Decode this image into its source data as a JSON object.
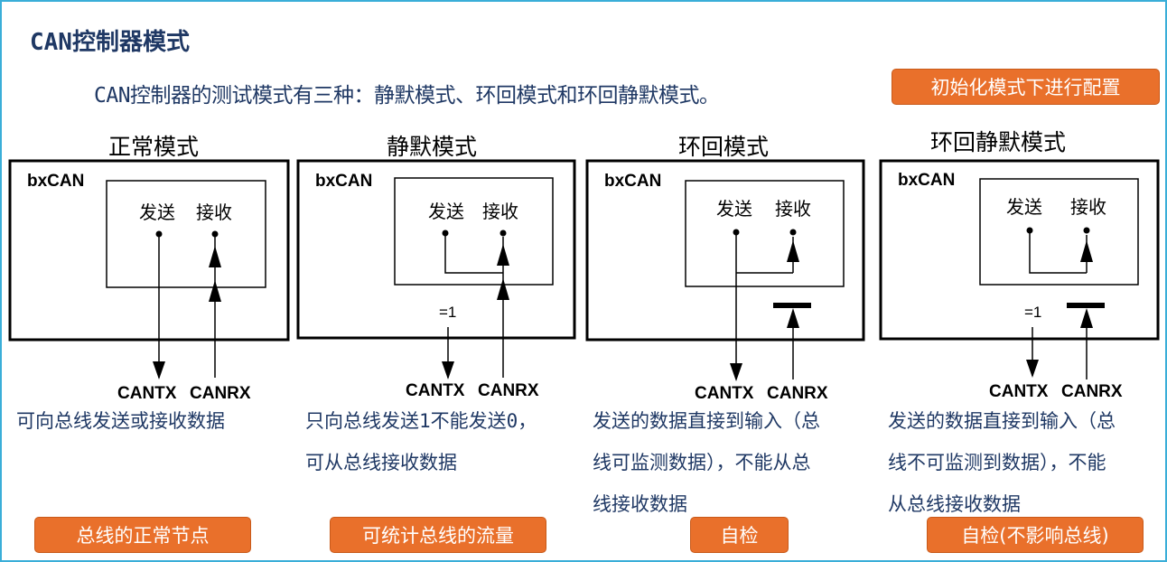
{
  "title": "CAN控制器模式",
  "intro": "CAN控制器的测试模式有三种：静默模式、环回模式和环回静默模式。",
  "config_badge": "初始化模式下进行配置",
  "block_label": "bxCAN",
  "tx_label": "发送",
  "rx_label": "接收",
  "pin_tx": "CANTX",
  "pin_rx": "CANRX",
  "eq_one": "=1",
  "modes": [
    {
      "title": "正常模式",
      "desc": [
        "可向总线发送或接收数据"
      ],
      "badge": "总线的正常节点"
    },
    {
      "title": "静默模式",
      "desc": [
        "只向总线发送1不能发送0，",
        "可从总线接收数据"
      ],
      "badge": "可统计总线的流量"
    },
    {
      "title": "环回模式",
      "desc": [
        "发送的数据直接到输入（总",
        "线可监测数据），不能从总",
        "线接收数据"
      ],
      "badge": "自检"
    },
    {
      "title": "环回静默模式",
      "desc": [
        "发送的数据直接到输入（总",
        "线不可监测到数据），不能",
        "从总线接收数据"
      ],
      "badge": "自检(不影响总线)"
    }
  ]
}
